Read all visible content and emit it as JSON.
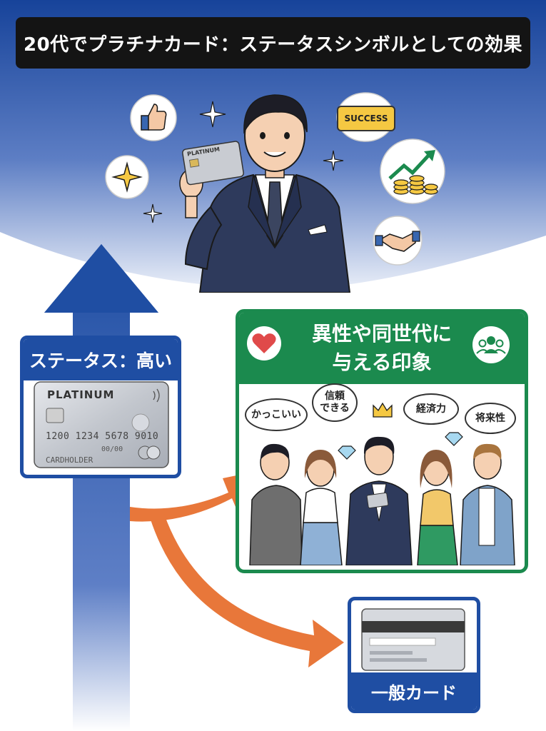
{
  "title": "20代でプラチナカード：ステータスシンボルとしての効果",
  "hero": {
    "success_badge": "SUCCESS",
    "card_text": "PLATINUM"
  },
  "status_panel": {
    "label": "ステータス：高い",
    "card": {
      "brand": "PLATINUM",
      "number": "1200 1234 5678 9010",
      "expiry": "00/00",
      "holder": "CARDHOLDER"
    }
  },
  "impression_panel": {
    "title_line1": "異性や同世代に",
    "title_line2": "与える印象",
    "bubbles": [
      "かっこいい",
      "信頼\nできる",
      "経済力",
      "将来性"
    ]
  },
  "general_panel": {
    "label": "一般カード"
  },
  "colors": {
    "navy": "#1f4ea3",
    "green": "#1b8a4e",
    "orange": "#e8773a",
    "title_bg": "#141414"
  }
}
